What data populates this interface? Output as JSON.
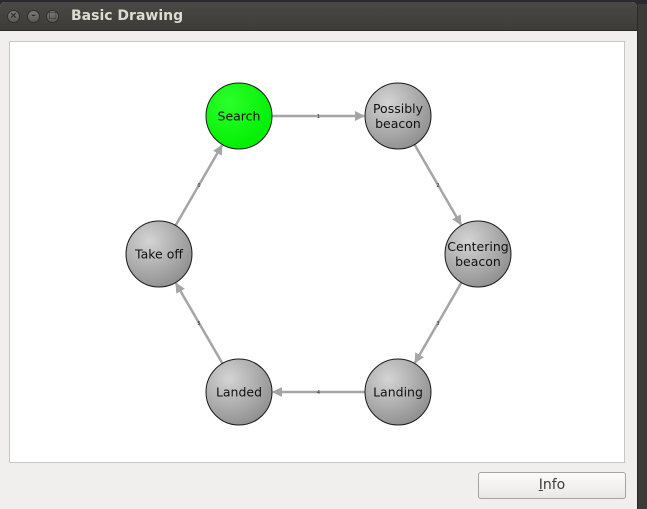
{
  "window": {
    "title": "Basic Drawing",
    "controls": {
      "close": "×",
      "minimize": "–",
      "maximize": "□"
    }
  },
  "graph": {
    "nodes": [
      {
        "id": "search",
        "label": [
          "Search"
        ],
        "active": true
      },
      {
        "id": "possibly-beacon",
        "label": [
          "Possibly",
          "beacon"
        ],
        "active": false
      },
      {
        "id": "centering-beacon",
        "label": [
          "Centering",
          "beacon"
        ],
        "active": false
      },
      {
        "id": "landing",
        "label": [
          "Landing"
        ],
        "active": false
      },
      {
        "id": "landed",
        "label": [
          "Landed"
        ],
        "active": false
      },
      {
        "id": "take-off",
        "label": [
          "Take off"
        ],
        "active": false
      }
    ],
    "edges": [
      {
        "from": "search",
        "to": "possibly-beacon",
        "label": "1"
      },
      {
        "from": "possibly-beacon",
        "to": "centering-beacon",
        "label": "2"
      },
      {
        "from": "centering-beacon",
        "to": "landing",
        "label": "3"
      },
      {
        "from": "landing",
        "to": "landed",
        "label": "4"
      },
      {
        "from": "landed",
        "to": "take-off",
        "label": "5"
      },
      {
        "from": "take-off",
        "to": "search",
        "label": "0"
      }
    ],
    "colors": {
      "active_fill": "#00ee00",
      "inactive_fill_light": "#d4d4d4",
      "inactive_fill_dark": "#8f8f8f",
      "edge": "#a5a5a5",
      "node_stroke": "#1a1a1a"
    }
  },
  "info_button": {
    "mnemonic": "I",
    "rest": "nfo"
  }
}
